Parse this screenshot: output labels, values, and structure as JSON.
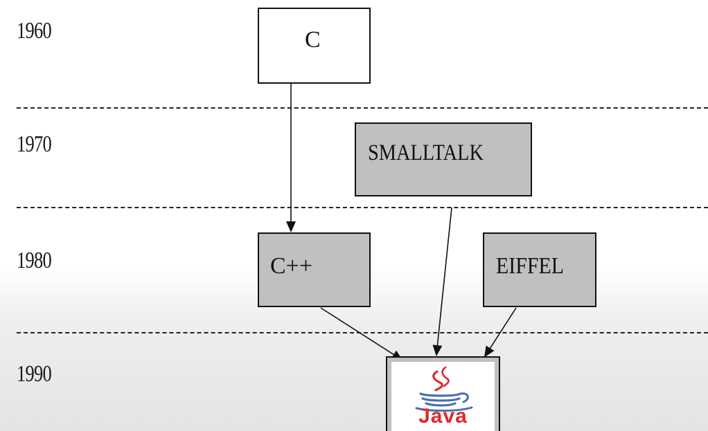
{
  "timeline": {
    "years": [
      "1960",
      "1970",
      "1980",
      "1990"
    ]
  },
  "languages": {
    "c": "C",
    "smalltalk": "SMALLTALK",
    "cpp": "C++",
    "eiffel": "EIFFEL",
    "java": "Java"
  },
  "edges": [
    {
      "from": "C",
      "to": "C++"
    },
    {
      "from": "SMALLTALK",
      "to": "Java"
    },
    {
      "from": "C++",
      "to": "Java"
    },
    {
      "from": "EIFFEL",
      "to": "Java"
    }
  ],
  "colors": {
    "box_white": "#ffffff",
    "box_gray": "#c0c0c0",
    "java_red": "#e0282a",
    "java_blue": "#4a6fb0"
  }
}
